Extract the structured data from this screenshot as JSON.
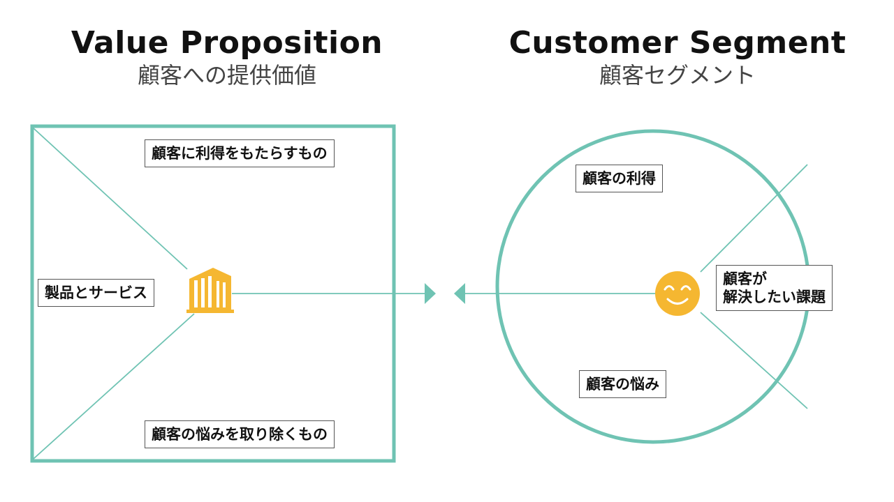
{
  "value_proposition": {
    "title": "Value Proposition",
    "subtitle": "顧客への提供価値",
    "gain_creators": "顧客に利得をもたらすもの",
    "products_services": "製品とサービス",
    "pain_relievers": "顧客の悩みを取り除くもの",
    "icon": "building-icon"
  },
  "customer_segment": {
    "title": "Customer Segment",
    "subtitle": "顧客セグメント",
    "gains": "顧客の利得",
    "jobs_line1": "顧客が",
    "jobs_line2": "解決したい課題",
    "pains": "顧客の悩み",
    "icon": "smiley-face-icon"
  },
  "colors": {
    "frame": "#6fc3b3",
    "icon": "#f5b731",
    "text": "#111111",
    "subtitle": "#444444"
  }
}
